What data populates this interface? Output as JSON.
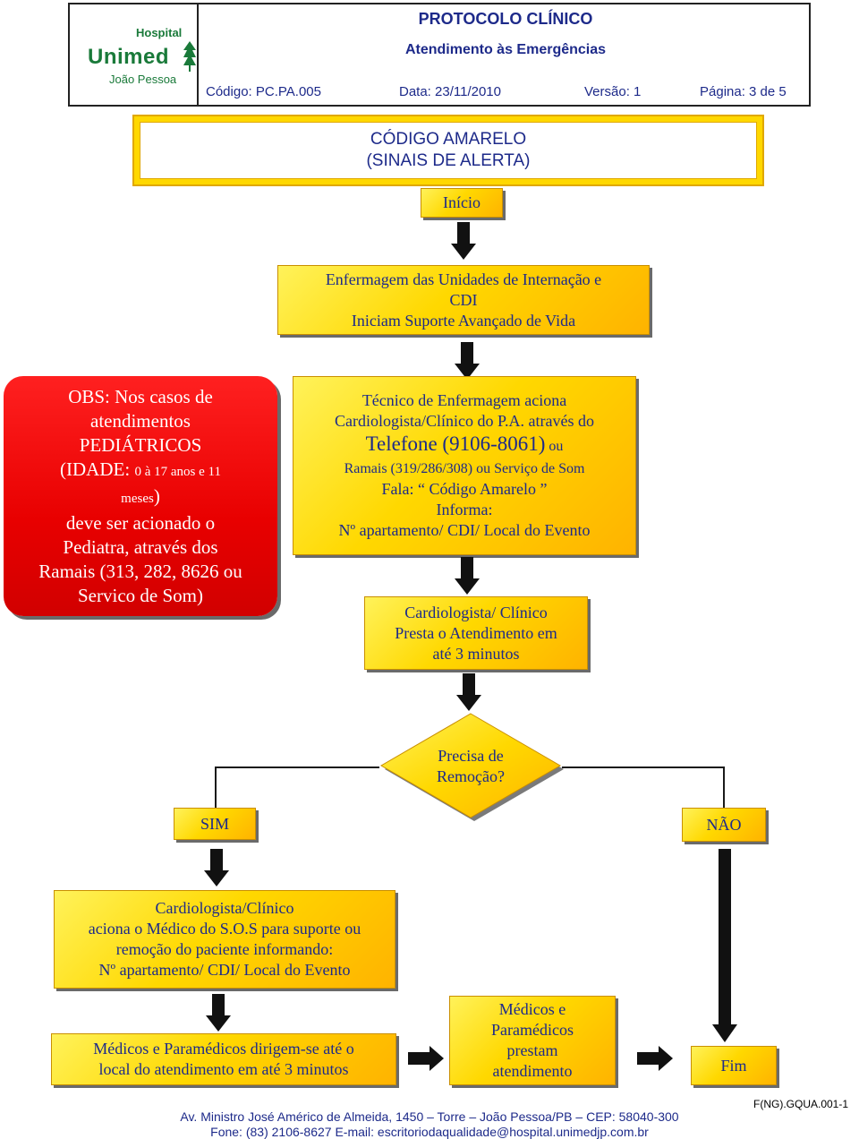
{
  "header": {
    "logo": {
      "hospital": "Hospital",
      "brand": "Unimed",
      "city": "João Pessoa"
    },
    "title": "PROTOCOLO CLÍNICO",
    "subtitle": "Atendimento às Emergências",
    "codigo": "Código: PC.PA.005",
    "data": "Data: 23/11/2010",
    "versao": "Versão: 1",
    "pagina": "Página: 3 de 5"
  },
  "codigo_amarelo": {
    "line1": "CÓDIGO AMARELO",
    "line2": "(SINAIS DE ALERTA)"
  },
  "flow": {
    "inicio": "Início",
    "enfermagem": [
      "Enfermagem das Unidades de Internação e",
      "CDI",
      "Iniciam Suporte Avançado de Vida"
    ],
    "tecnico": {
      "line1": "Técnico de Enfermagem aciona",
      "line2": "Cardiologista/Clínico do P.A. através do",
      "line3_big": "Telefone (9106-8061)",
      "line3_small": " ou",
      "line4": "Ramais (319/286/308) ou Serviço de Som",
      "line5": "Fala: “ Código Amarelo ”",
      "line6": "Informa:",
      "line7": "Nº apartamento/ CDI/ Local do Evento"
    },
    "cardio_presta": [
      "Cardiologista/ Clínico",
      "Presta o Atendimento em",
      "até 3 minutos"
    ],
    "decisao": [
      "Precisa de",
      "Remoção?"
    ],
    "sim": "SIM",
    "nao": "NÃO",
    "cardio_aciona": [
      "Cardiologista/Clínico",
      "aciona o Médico do S.O.S para suporte ou",
      "remoção do paciente informando:",
      "Nº apartamento/ CDI/ Local do Evento"
    ],
    "medicos_dirigem": [
      "Médicos e Paramédicos dirigem-se até o",
      "local do atendimento em até 3 minutos"
    ],
    "medicos_prestam": [
      "Médicos e",
      "Paramédicos",
      "prestam",
      "atendimento"
    ],
    "fim": "Fim"
  },
  "obs": {
    "l1": "OBS: Nos casos de",
    "l2": "atendimentos",
    "l3": "PEDIÁTRICOS",
    "l4a": "(IDADE: ",
    "l4b": "0 à 17 anos e 11",
    "l5": "meses",
    "l5b": ")",
    "l6": "deve ser acionado o",
    "l7": "Pediatra, através dos",
    "l8": "Ramais (313, 282, 8626 ou",
    "l9": "Servico de Som)"
  },
  "footer": {
    "code": "F(NG).GQUA.001-1",
    "address": "Av. Ministro José Américo de Almeida, 1450 – Torre – João Pessoa/PB – CEP: 58040-300",
    "contact": "Fone: (83) 2106-8627 E-mail: escritoriodaqualidade@hospital.unimedjp.com.br"
  },
  "colors": {
    "box_fill": "#ffd800",
    "box_text": "#1d2a8a",
    "obs_fill": "#e80000",
    "brand_green": "#1a7a3a"
  }
}
